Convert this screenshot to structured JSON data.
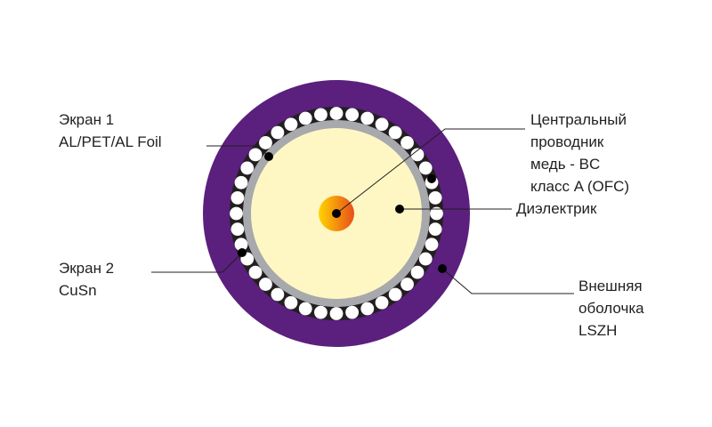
{
  "colors": {
    "jacket": "#5b1f7d",
    "foil_ring": "#a7a9ac",
    "braid_ring": "#231f20",
    "braid_wire": "#ffffff",
    "dielectric": "#fef7c4",
    "conductor_inner": "#ffd400",
    "conductor_outer": "#e94e1b",
    "label_text": "#231f20"
  },
  "labels": {
    "screen1": [
      "Экран 1",
      "AL/PET/AL Foil"
    ],
    "screen2": [
      "Экран 2",
      "CuSn"
    ],
    "conductor": [
      "Центральный",
      "проводник",
      "медь - BC",
      "класс A (OFC)"
    ],
    "dielectric": [
      "Диэлектрик"
    ],
    "jacket": [
      "Внешняя",
      "оболочка",
      "LSZH"
    ]
  }
}
